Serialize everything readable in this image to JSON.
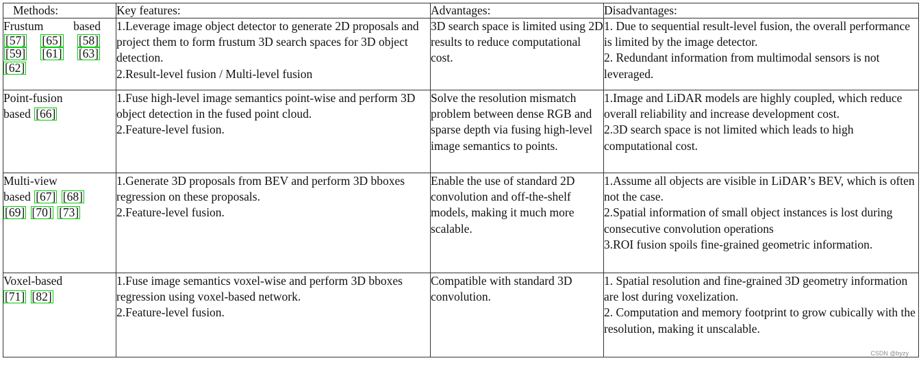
{
  "headers": {
    "methods": "Methods:",
    "features": "Key features:",
    "advantages": "Advantages:",
    "disadvantages": "Disadvantages:"
  },
  "rows": [
    {
      "method_lines": [
        "Frustum based"
      ],
      "refs": [
        "[57]",
        "[65]",
        "[58]",
        "[59]",
        "[61]",
        "[63]",
        "[62]"
      ],
      "features": [
        "1.Leverage image object detector to generate 2D proposals and project them to form frustum 3D search spaces for 3D object detection.",
        "2.Result-level fusion / Multi-level fusion"
      ],
      "advantages": "3D search space is limited using 2D results to reduce computational cost.",
      "disadvantages": [
        "1. Due to sequential result-level fusion, the overall performance is limited by the image detector.",
        "2. Redundant information from multimodal sensors is not leveraged."
      ]
    },
    {
      "method_lines": [
        "Point-fusion",
        "based"
      ],
      "refs": [
        "[66]"
      ],
      "features": [
        "1.Fuse high-level image semantics point-wise and perform 3D object detection in the fused point cloud.",
        "2.Feature-level fusion."
      ],
      "advantages": "Solve the resolution mismatch problem between dense RGB and sparse depth via fusing high-level image semantics to points.",
      "disadvantages": [
        "1.Image and LiDAR models are highly coupled, which reduce overall reliability and increase development cost.",
        "2.3D search space is not limited which leads to high computational cost."
      ]
    },
    {
      "method_lines": [
        "Multi-view",
        "based"
      ],
      "refs": [
        "[67]",
        "[68]",
        "[69]",
        "[70]",
        "[73]"
      ],
      "features": [
        "1.Generate 3D proposals from BEV and perform 3D bboxes regression on these proposals.",
        "2.Feature-level fusion."
      ],
      "advantages": "Enable the use of standard 2D convolution and off-the-shelf models, making it much more scalable.",
      "disadvantages": [
        "1.Assume all objects are visible in LiDAR’s BEV, which is often not the case.",
        "2.Spatial information of small object instances is lost during consecutive convolution operations",
        "3.ROI fusion spoils fine-grained geometric information."
      ]
    },
    {
      "method_lines": [
        "Voxel-based"
      ],
      "refs": [
        "[71]",
        "[82]"
      ],
      "features": [
        "1.Fuse image semantics voxel-wise and perform 3D bboxes regression using voxel-based network.",
        "2.Feature-level fusion."
      ],
      "advantages": "Compatible with standard 3D convolution.",
      "disadvantages": [
        "1. Spatial resolution and fine-grained 3D geometry information are lost during voxelization.",
        "2. Computation and memory footprint to grow cubically with the resolution, making it unscalable."
      ]
    }
  ],
  "watermark": "CSDN @byzy"
}
